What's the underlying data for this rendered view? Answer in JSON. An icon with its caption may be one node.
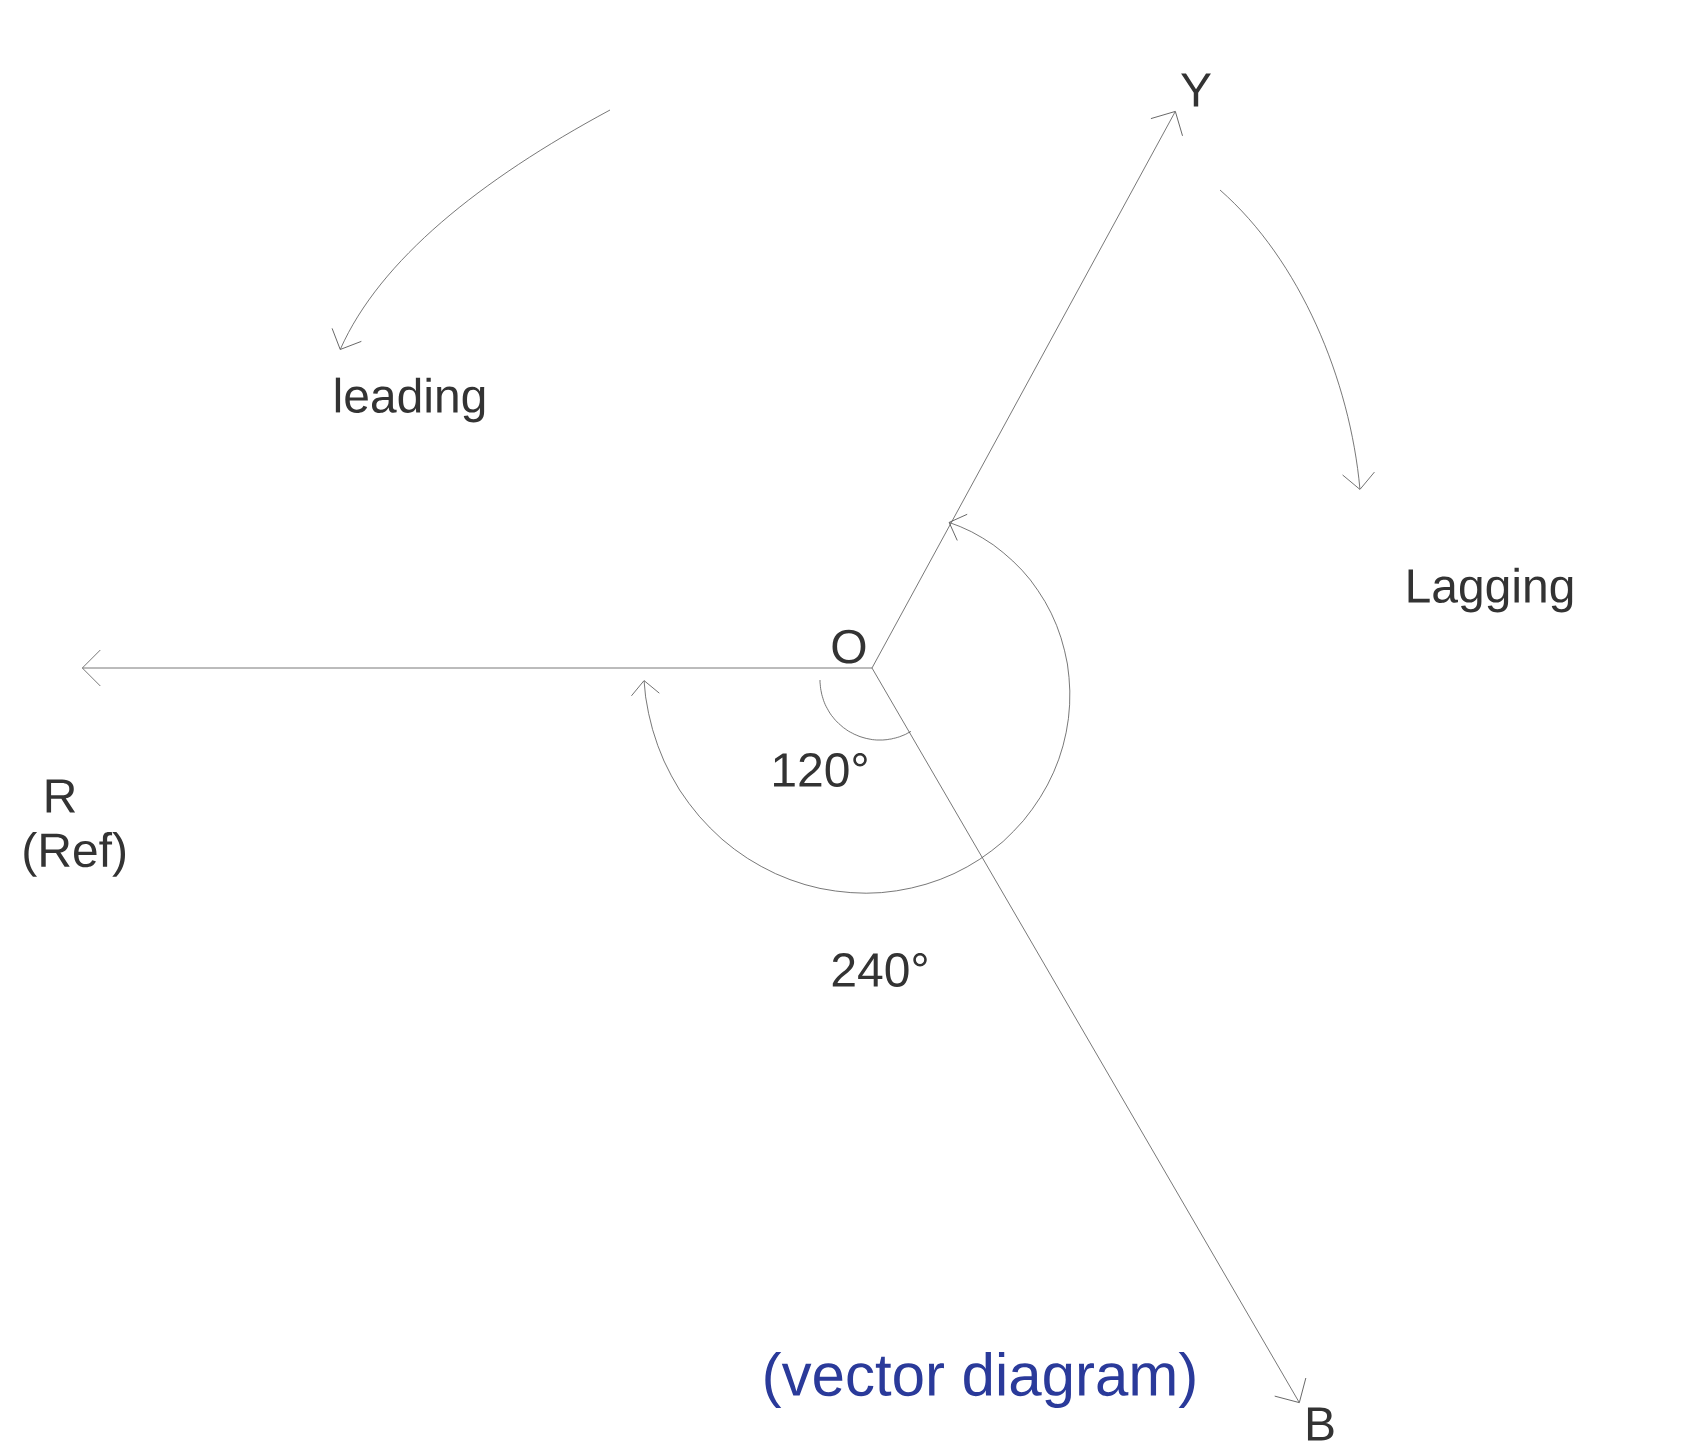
{
  "diagram": {
    "caption": "(vector diagram)",
    "nodes": [
      {
        "text": [
          "O"
        ]
      },
      {
        "text": [
          "R"
        ],
        "beside": [
          "(Ref)"
        ]
      },
      {
        "text": [
          "Y"
        ]
      },
      {
        "text": [
          "B"
        ]
      }
    ],
    "edges": [
      {
        "from": 0,
        "to": 1,
        "arrow": "to"
      },
      {
        "from": 0,
        "to": 2,
        "arrow": "to"
      },
      {
        "from": 0,
        "to": 3,
        "arrow": "to"
      }
    ],
    "labels": [
      "leading",
      "Lagging",
      "120°",
      "240°"
    ]
  }
}
